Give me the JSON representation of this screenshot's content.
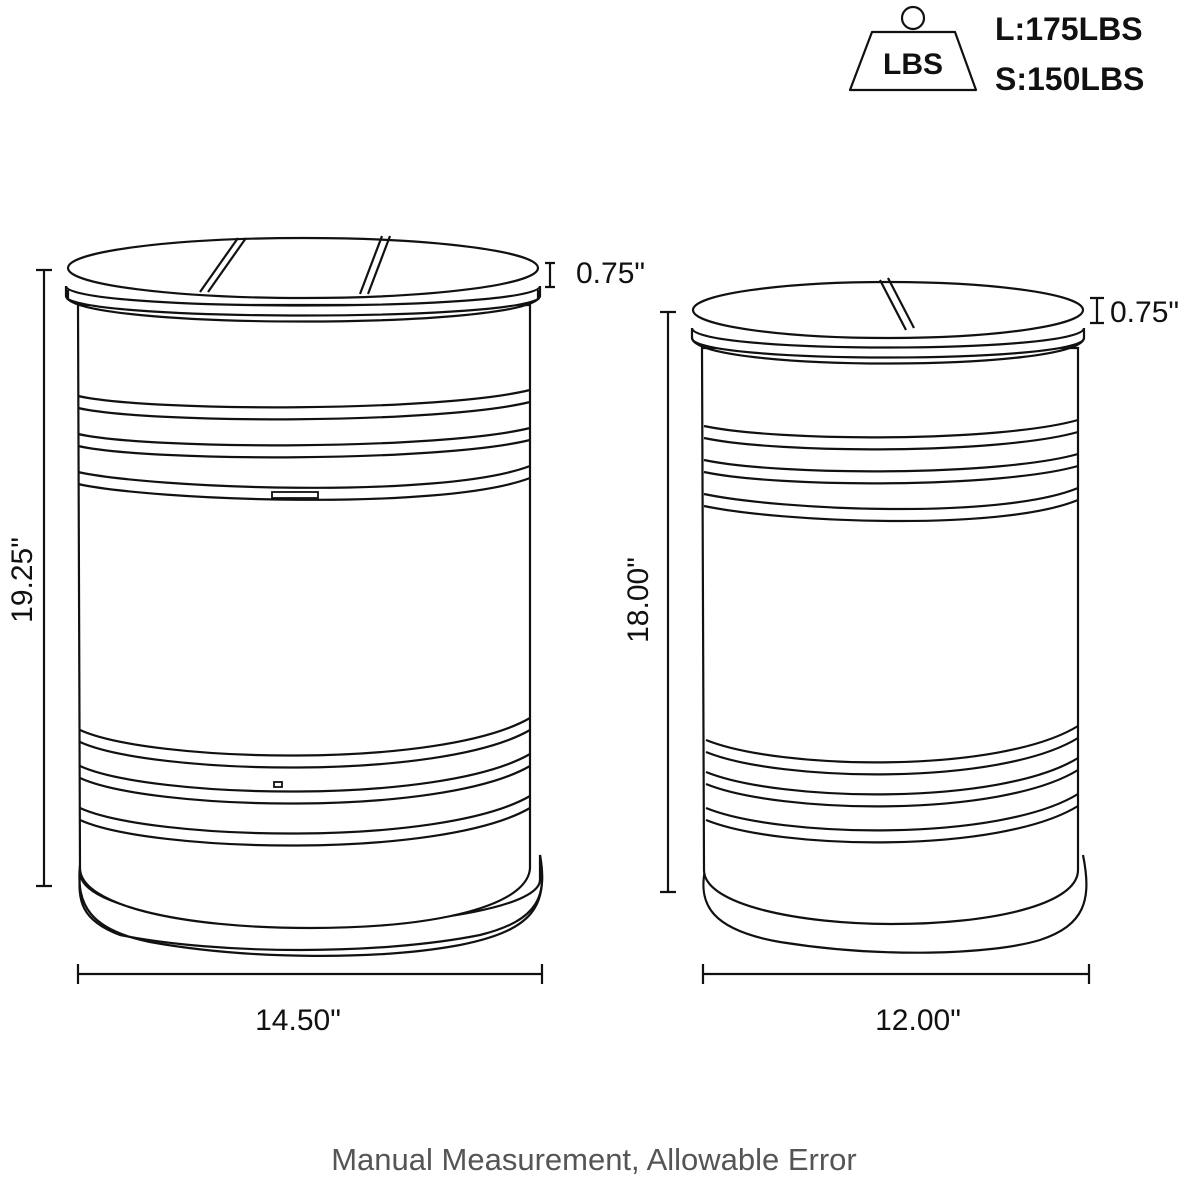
{
  "weight_capacity": {
    "icon": "weight-icon",
    "icon_label": "LBS",
    "large": "L:175LBS",
    "small": "S:150LBS"
  },
  "large_table": {
    "lid_thickness": "0.75\"",
    "height": "19.25\"",
    "width": "14.50\""
  },
  "small_table": {
    "lid_thickness": "0.75\"",
    "height": "18.00\"",
    "width": "12.00\""
  },
  "note": "Manual Measurement, Allowable Error",
  "colors": {
    "line": "#111111",
    "note": "#555555"
  }
}
